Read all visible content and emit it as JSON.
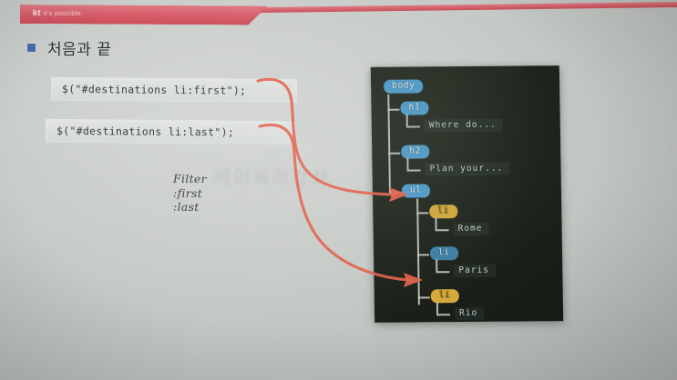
{
  "slide": {
    "brand": {
      "logo": "kt",
      "tagline": "it's possible"
    },
    "title": "처음과 끝",
    "bullet_color": "#4b6bb0",
    "accent_color": "#d2545f",
    "watermark": "제이쿼리강좌"
  },
  "code_blocks": [
    {
      "id": "first",
      "text": "$(\"#destinations li:first\");"
    },
    {
      "id": "last",
      "text": "$(\"#destinations li:last\");"
    }
  ],
  "handwriting": {
    "line1": "Filter",
    "line2": ":first",
    "line3": ":last"
  },
  "dom_tree": {
    "highlight_color": "#d7a93a",
    "tag_color": "#4c9ccd",
    "panel_bg": "#1d231b",
    "nodes": [
      {
        "tag": "body",
        "style": "blue",
        "text": ""
      },
      {
        "tag": "h1",
        "style": "blue",
        "text": "Where do..."
      },
      {
        "tag": "h2",
        "style": "blue",
        "text": "Plan your..."
      },
      {
        "tag": "ul",
        "style": "blue",
        "text": ""
      },
      {
        "tag": "li",
        "style": "amber",
        "text": "Rome"
      },
      {
        "tag": "li",
        "style": "blue",
        "text": "Paris"
      },
      {
        "tag": "li",
        "style": "amber",
        "text": "Rio"
      }
    ]
  },
  "annotations": {
    "arrow_first_target": "li-rome",
    "arrow_last_target": "li-rio",
    "arrow_color": "#e2614a"
  }
}
